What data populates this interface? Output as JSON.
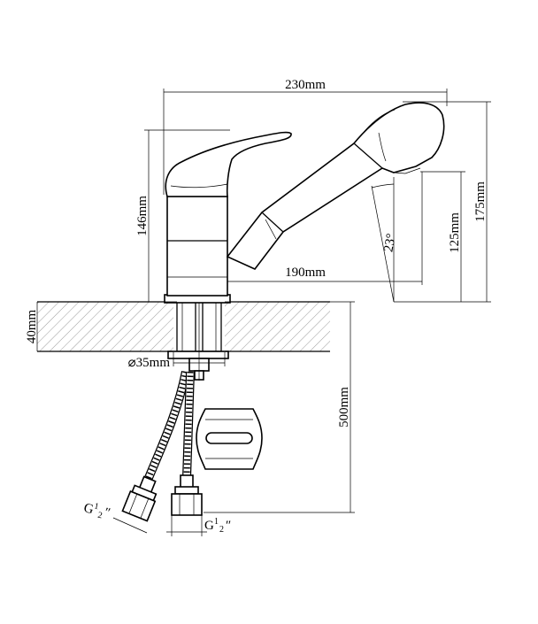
{
  "dimensions": {
    "overall_width": "230mm",
    "overall_height": "175mm",
    "body_height": "146mm",
    "spout_height": "125mm",
    "spout_reach": "190mm",
    "swivel_angle": "23°",
    "counter_thickness": "40mm",
    "mount_hole": "⌀35mm",
    "hose_length": "500mm"
  },
  "connections": {
    "left": {
      "base": "G",
      "sup": "1",
      "sub": "2",
      "tail": "″"
    },
    "right": {
      "base": "G",
      "sup": "1",
      "sub": "2",
      "tail": "″"
    }
  }
}
